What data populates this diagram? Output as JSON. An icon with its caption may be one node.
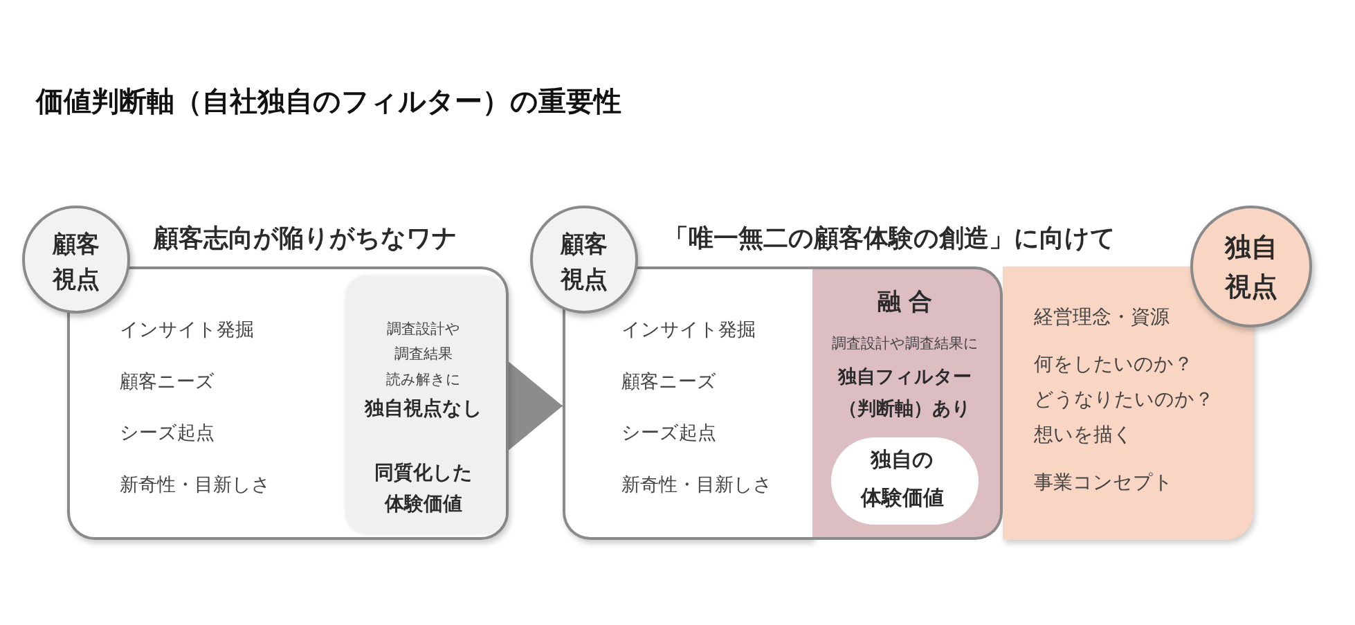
{
  "diagram": {
    "title": "価値判断軸（自社独自のフィルター）の重要性",
    "nodes": [
      {
        "text": [
          "顧客視点"
        ]
      },
      {
        "text": [
          "顧客志向が陥りがちなワナ",
          "インサイト発掘",
          "顧客ニーズ",
          "シーズ起点",
          "新奇性・目新しさ"
        ]
      },
      {
        "text": [
          "調査設計や",
          "調査結果",
          "読み解きに",
          "独自視点なし",
          "同質化した体験価値"
        ],
        "in": 1
      },
      {
        "text": [
          "顧客視点"
        ]
      },
      {
        "text": [
          "「唯一無二の顧客体験の創造」に向けて",
          "インサイト発掘",
          "顧客ニーズ",
          "シーズ起点",
          "新奇性・目新しさ"
        ]
      },
      {
        "text": [
          "経営理念・資源",
          "何をしたいのか？",
          "どうなりたいのか？",
          "想いを描く",
          "事業コンセプト"
        ]
      },
      {
        "text": [
          "融 合",
          "調査設計や調査結果に",
          "独自フィルター（判断軸）あり"
        ]
      },
      {
        "text": [
          "独自の",
          "体験価値"
        ],
        "in": 6
      },
      {
        "text": [
          "独自視点"
        ]
      }
    ],
    "edges": [
      {
        "from": 1,
        "to": 4,
        "arrow": "to"
      }
    ]
  }
}
